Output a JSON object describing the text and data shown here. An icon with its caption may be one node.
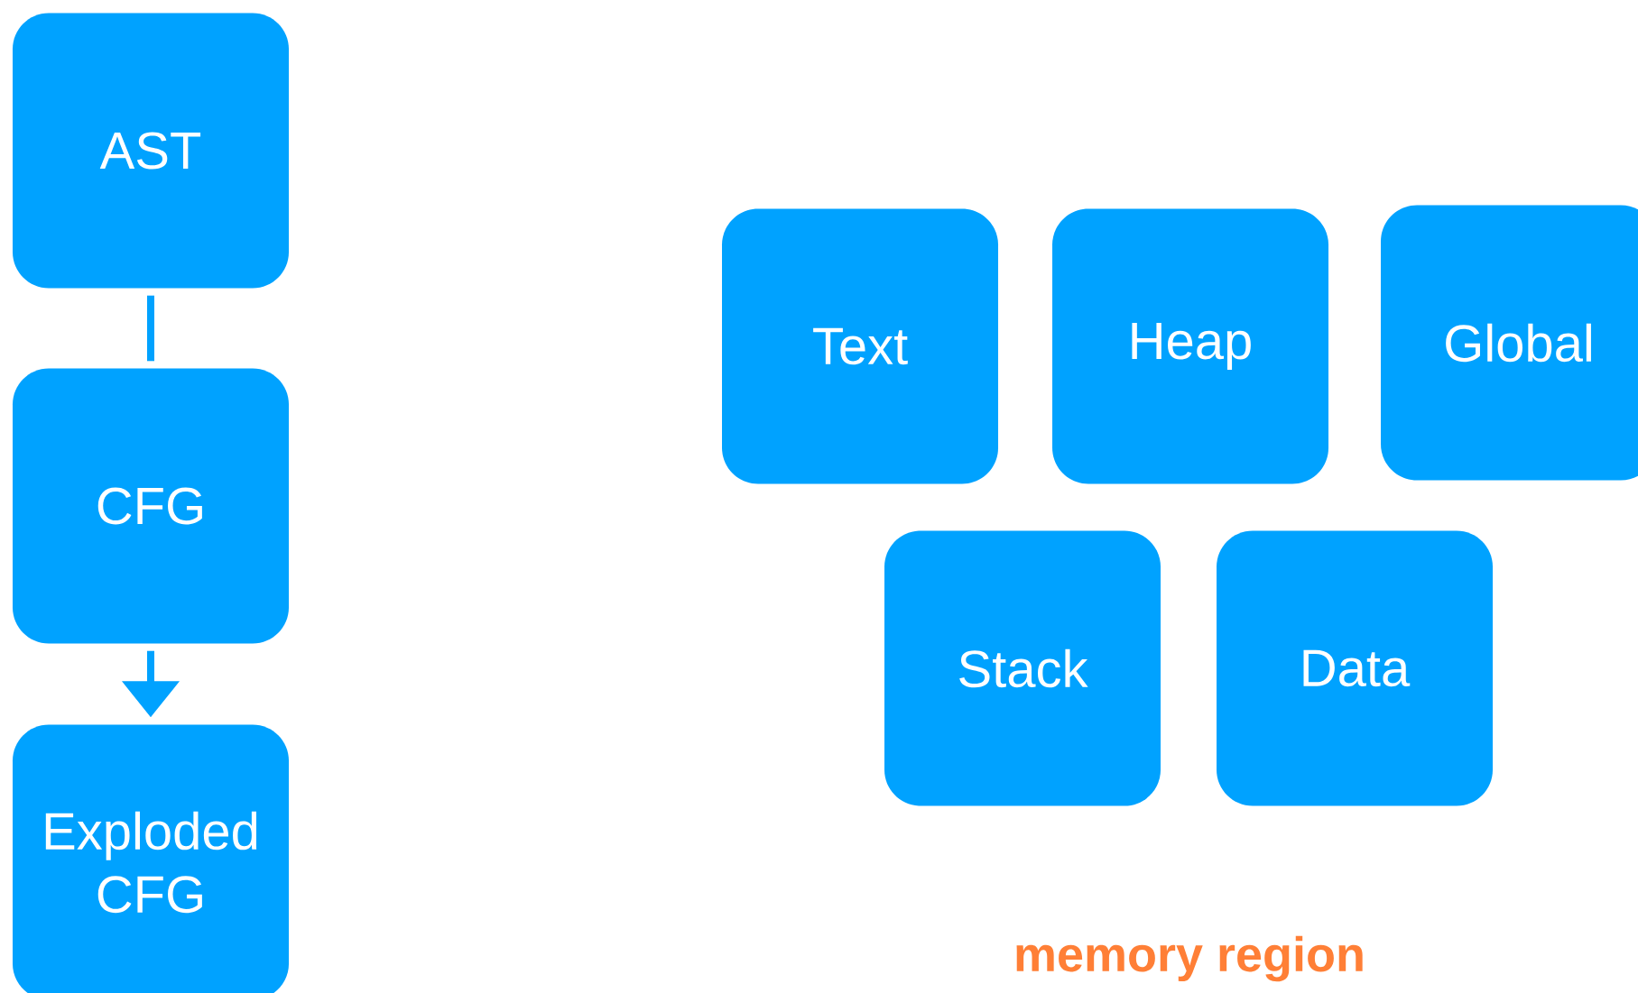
{
  "diagram": {
    "nodes": [
      {
        "text": [
          "AST"
        ]
      },
      {
        "text": [
          "CFG"
        ]
      },
      {
        "text": [
          "Exploded CFG"
        ]
      },
      {
        "text": [
          "Text"
        ]
      },
      {
        "text": [
          "Heap"
        ]
      },
      {
        "text": [
          "Global"
        ]
      },
      {
        "text": [
          "Stack"
        ]
      },
      {
        "text": [
          "Data"
        ]
      }
    ],
    "edges": [
      {
        "from": 0,
        "to": 1,
        "arrow": "none"
      },
      {
        "from": 1,
        "to": 2,
        "arrow": "to"
      }
    ],
    "labels": [
      "memory region"
    ]
  }
}
